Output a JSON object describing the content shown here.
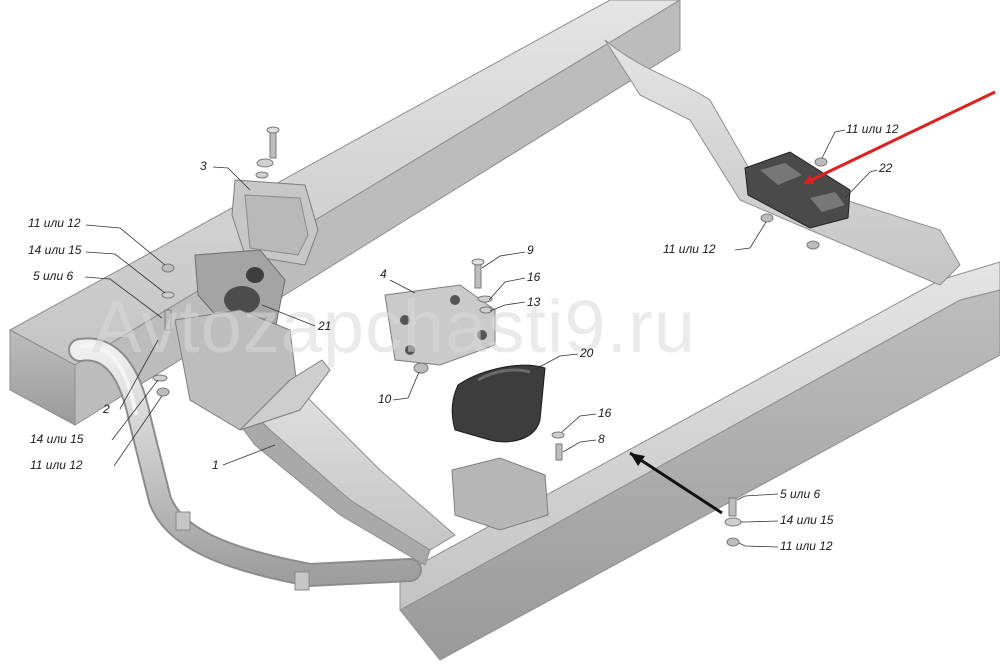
{
  "watermark": "Avtozapchasti9.ru",
  "colors": {
    "frame_light": "#d2d2d2",
    "frame_mid": "#b3b3b3",
    "frame_dark": "#8c8c8c",
    "part_dark": "#3c3c3c",
    "red_arrow": "#e0201e",
    "black_arrow": "#111111"
  },
  "callouts": [
    {
      "id": "c3",
      "text": "3"
    },
    {
      "id": "c11a",
      "text": "11 или 12"
    },
    {
      "id": "c14a",
      "text": "14 или 15"
    },
    {
      "id": "c5a",
      "text": "5 или 6"
    },
    {
      "id": "c21",
      "text": "21"
    },
    {
      "id": "c2",
      "text": "2"
    },
    {
      "id": "c14b",
      "text": "14 или 15"
    },
    {
      "id": "c11b",
      "text": "11 или 12"
    },
    {
      "id": "c1",
      "text": "1"
    },
    {
      "id": "c4",
      "text": "4"
    },
    {
      "id": "c9",
      "text": "9"
    },
    {
      "id": "c16a",
      "text": "16"
    },
    {
      "id": "c13",
      "text": "13"
    },
    {
      "id": "c10",
      "text": "10"
    },
    {
      "id": "c20",
      "text": "20"
    },
    {
      "id": "c16b",
      "text": "16"
    },
    {
      "id": "c8",
      "text": "8"
    },
    {
      "id": "c11c",
      "text": "11 или 12"
    },
    {
      "id": "c22",
      "text": "22"
    },
    {
      "id": "c11d",
      "text": "11 или 12"
    },
    {
      "id": "c5b",
      "text": "5 или 6"
    },
    {
      "id": "c14c",
      "text": "14 или 15"
    },
    {
      "id": "c11e",
      "text": "11 или 12"
    }
  ]
}
